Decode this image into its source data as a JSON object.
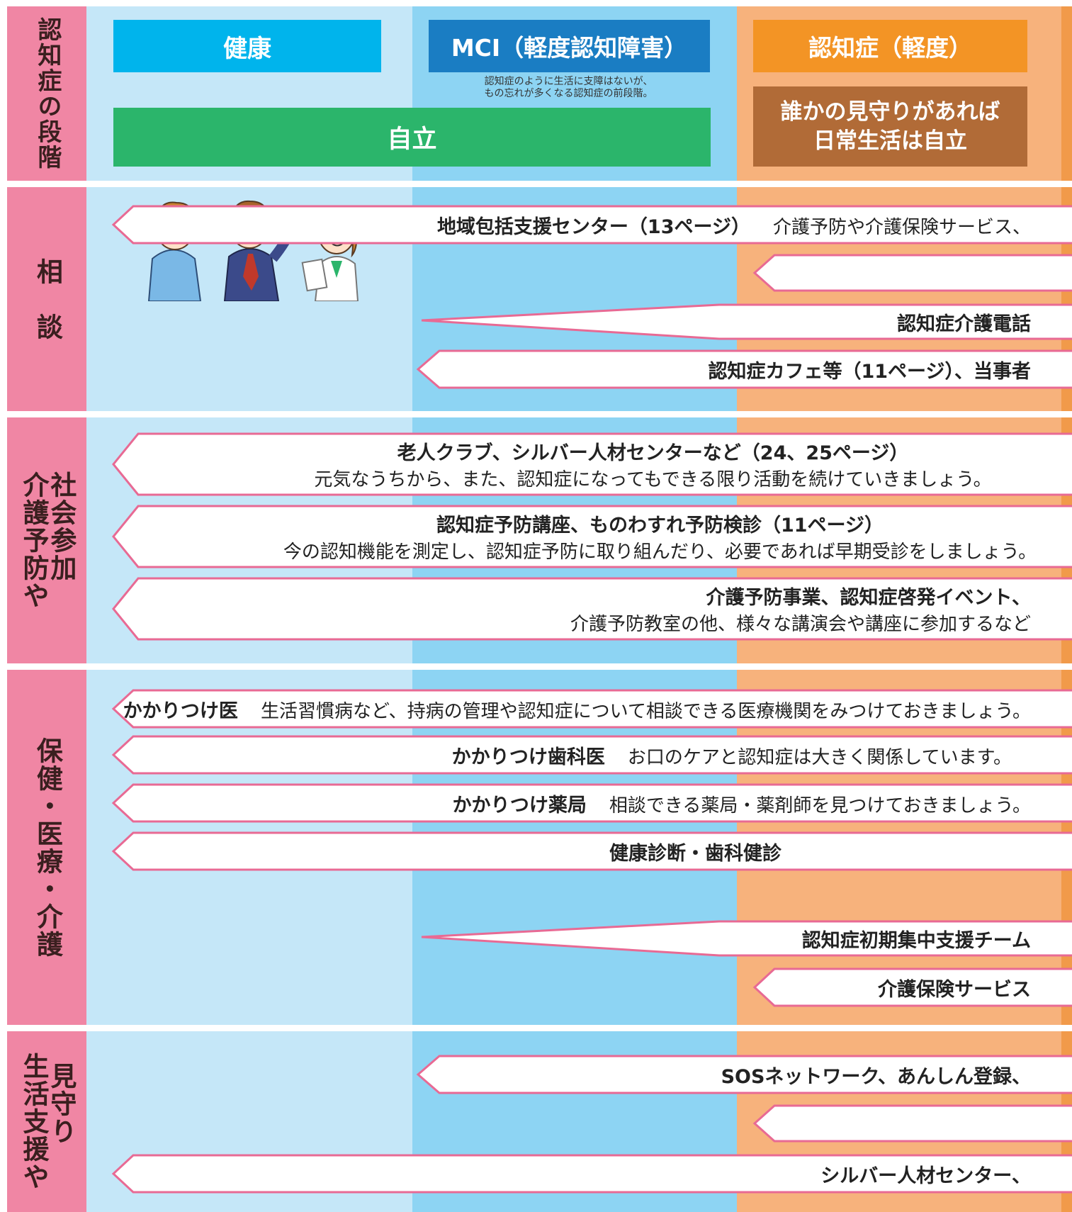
{
  "colors": {
    "pink": "#f086a4",
    "col_health": "#c5e7f8",
    "col_mci": "#8dd4f3",
    "col_dementia": "#f7b27c",
    "col_edge": "#f19a4a"
  },
  "stages": {
    "row_label": "認知症の段階",
    "health": "健康",
    "mci": "MCI（軽度認知障害）",
    "mci_note_1": "認知症のように生活に支障はないが、",
    "mci_note_2": "もの忘れが多くなる認知症の前段階。",
    "dementia_mild": "認知症（軽度）",
    "independent": "自立",
    "watch_line1": "誰かの見守りがあれば",
    "watch_line2": "日常生活は自立"
  },
  "consult": {
    "row_label": "相　談",
    "arrow1_title": "地域包括支援センター（13ページ）",
    "arrow1_text": "介護予防や介護保険サービス、",
    "arrow2_title": "",
    "arrow3_title": "認知症介護電話",
    "arrow4_title": "認知症カフェ等（11ページ）、当事者"
  },
  "prevention": {
    "row_label_1": "介護予防や",
    "row_label_2": "社会参加",
    "arrow1_title": "老人クラブ、シルバー人材センターなど（24、25ページ）",
    "arrow1_text": "元気なうちから、また、認知症になってもできる限り活動を続けていきましょう。",
    "arrow2_title": "認知症予防講座、ものわすれ予防検診（11ページ）",
    "arrow2_text": "今の認知機能を測定し、認知症予防に取り組んだり、必要であれば早期受診をしましょう。",
    "arrow3_title": "介護予防事業、認知症啓発イベント、",
    "arrow3_text": "介護予防教室の他、様々な講演会や講座に参加するなど"
  },
  "medical": {
    "row_label": "保健・医療・介護",
    "arrow1_title": "かかりつけ医",
    "arrow1_text": "生活習慣病など、持病の管理や認知症について相談できる医療機関をみつけておきましょう。",
    "arrow2_title": "かかりつけ歯科医",
    "arrow2_text": "お口のケアと認知症は大きく関係しています。",
    "arrow3_title": "かかりつけ薬局",
    "arrow3_text": "相談できる薬局・薬剤師を見つけておきましょう。",
    "arrow4_title": "健康診断・歯科健診",
    "arrow5_title": "認知症初期集中支援チーム",
    "arrow6_title": "介護保険サービス"
  },
  "life": {
    "row_label_1": "生活支援や",
    "row_label_2": "見守り",
    "arrow1_title": "SOSネットワーク、あんしん登録、",
    "arrow2_title": "",
    "arrow3_title": "シルバー人材センター、"
  }
}
